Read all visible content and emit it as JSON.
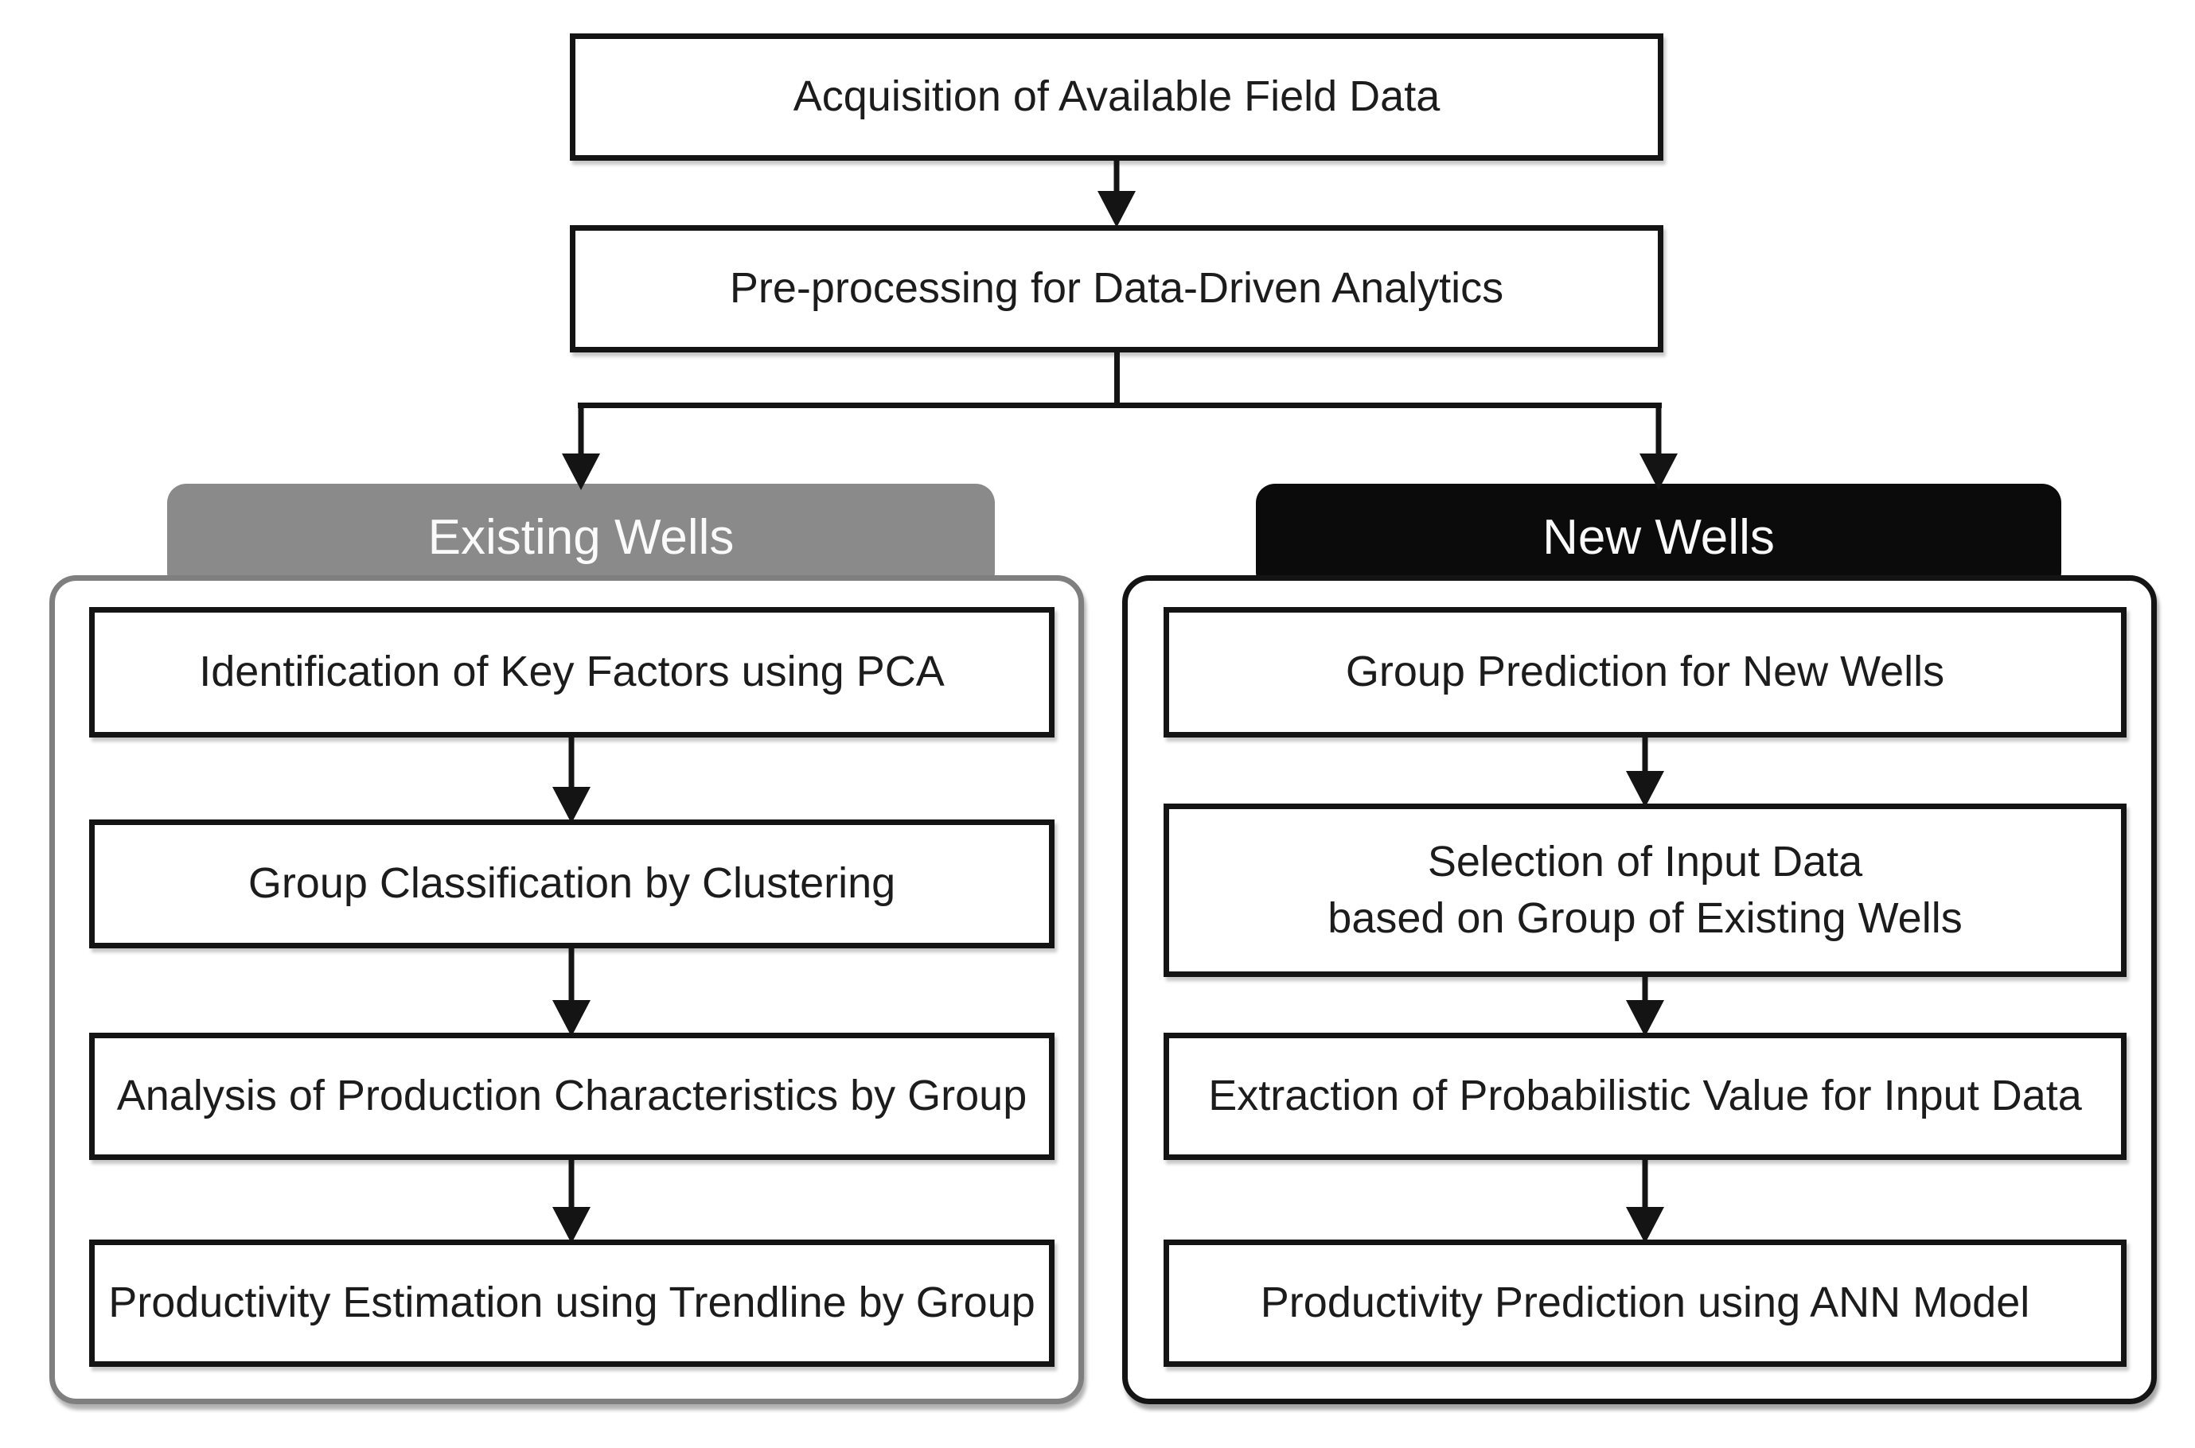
{
  "flowchart": {
    "top_steps": [
      {
        "label": "Acquisition of Available Field Data"
      },
      {
        "label": "Pre-processing for Data-Driven Analytics"
      }
    ],
    "branches": [
      {
        "title": "Existing Wells",
        "steps": [
          {
            "label": "Identification of Key Factors using PCA"
          },
          {
            "label": "Group Classification by Clustering"
          },
          {
            "label": "Analysis of Production Characteristics by Group"
          },
          {
            "label": "Productivity Estimation using Trendline by Group"
          }
        ]
      },
      {
        "title": "New Wells",
        "steps": [
          {
            "label": "Group Prediction for New Wells"
          },
          {
            "label": "Selection of Input Data\nbased on Group of Existing Wells"
          },
          {
            "label": "Extraction of Probabilistic Value for Input Data"
          },
          {
            "label": "Productivity Prediction using ANN Model"
          }
        ]
      }
    ],
    "colors": {
      "existing_header_bg": "#8a8a8a",
      "new_header_bg": "#0b0b0b",
      "header_text": "#fafafa",
      "box_border": "#141414",
      "existing_panel_border": "#7f7f7f",
      "new_panel_border": "#141414",
      "line": "#141414",
      "box_bg": "#ffffff",
      "page_bg": "#ffffff",
      "text": "#1c1c1c"
    }
  }
}
